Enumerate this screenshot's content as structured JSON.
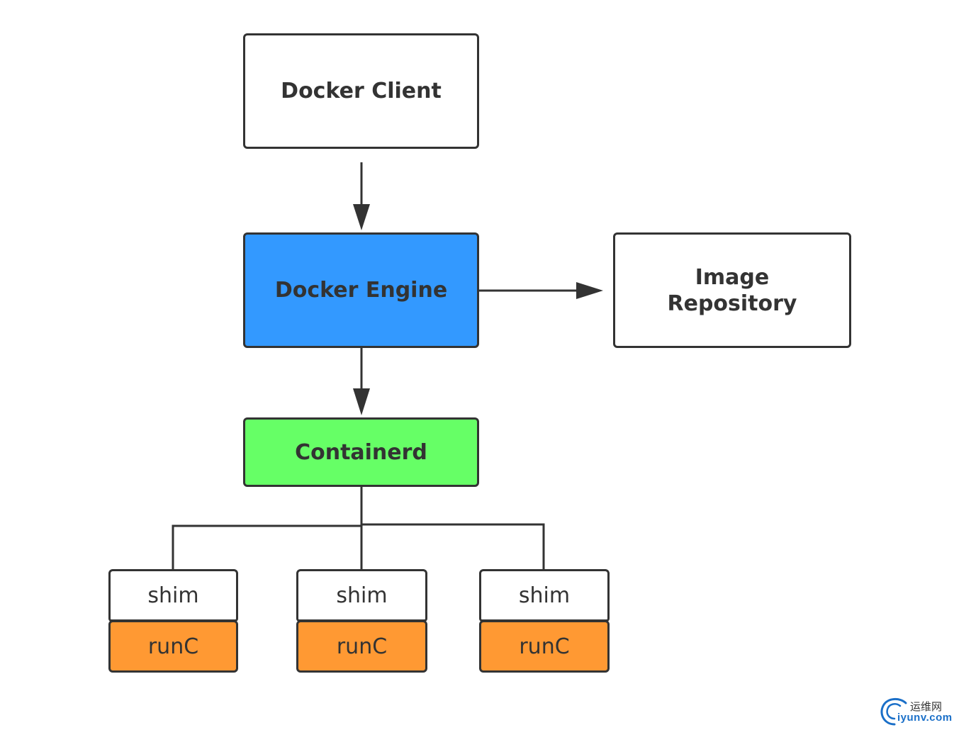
{
  "nodes": {
    "client": {
      "label": "Docker Client",
      "fill": "#ffffff"
    },
    "engine": {
      "label": "Docker Engine",
      "fill": "#3399ff"
    },
    "repository": {
      "label_line1": "Image",
      "label_line2": "Repository",
      "fill": "#ffffff"
    },
    "containerd": {
      "label": "Containerd",
      "fill": "#66ff66"
    },
    "stacks": [
      {
        "shim": "shim",
        "runc": "runC"
      },
      {
        "shim": "shim",
        "runc": "runC"
      },
      {
        "shim": "shim",
        "runc": "runC"
      }
    ]
  },
  "colors": {
    "stroke": "#333333",
    "runc_fill": "#ff9933",
    "shim_fill": "#ffffff"
  },
  "watermark": {
    "cn_text": "运维网",
    "url_text": "iyunv.com"
  }
}
